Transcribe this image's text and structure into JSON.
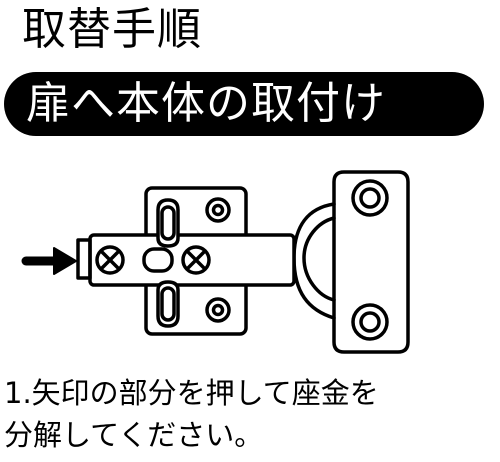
{
  "header": {
    "title": "取替手順"
  },
  "banner": {
    "text": "扉へ本体の取付け"
  },
  "instructions": {
    "line1": "1.矢印の部分を押して座金を",
    "line2": "分解してください。"
  },
  "colors": {
    "ink": "#000000",
    "background": "#ffffff",
    "banner_text": "#ffffff"
  },
  "icons": [
    "arrow-right-icon",
    "screw-cross-icon"
  ]
}
